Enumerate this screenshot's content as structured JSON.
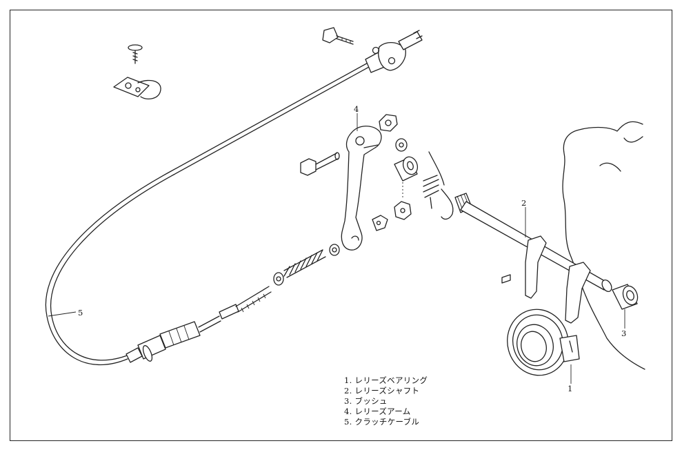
{
  "callouts": {
    "c1": "1",
    "c2": "2",
    "c3": "3",
    "c4": "4",
    "c5": "5"
  },
  "legend": {
    "item1": "1. レリーズベアリング",
    "item2": "2. レリーズシャフト",
    "item3": "3. ブッシュ",
    "item4": "4. レリーズアーム",
    "item5": "5. クラッチケーブル"
  },
  "parts": [
    "release-bearing-icon",
    "release-shaft-icon",
    "bush-icon",
    "release-arm-icon",
    "clutch-cable-icon"
  ]
}
